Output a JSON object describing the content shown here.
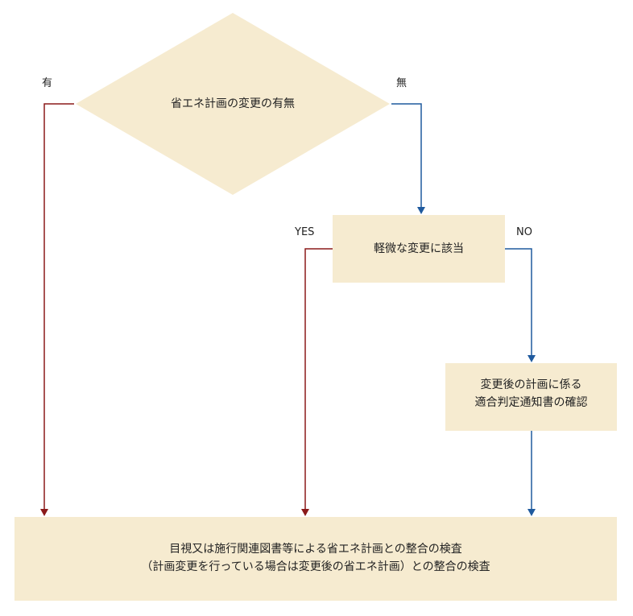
{
  "colors": {
    "box_fill": "#f6ebd0",
    "arrow_yes": "#8b1a1a",
    "arrow_no": "#1f5a9e"
  },
  "decision_main": {
    "text": "省エネ計画の変更の有無",
    "yes_label": "有",
    "no_label": "無"
  },
  "decision_minor": {
    "text": "軽微な変更に該当",
    "yes_label": "YES",
    "no_label": "NO"
  },
  "box_confirm": {
    "line1": "変更後の計画に係る",
    "line2": "適合判定通知書の確認"
  },
  "box_inspect": {
    "line1": "目視又は施行関連図書等による省エネ計画との整合の検査",
    "line2": "（計画変更を行っている場合は変更後の省エネ計画）との整合の検査"
  }
}
